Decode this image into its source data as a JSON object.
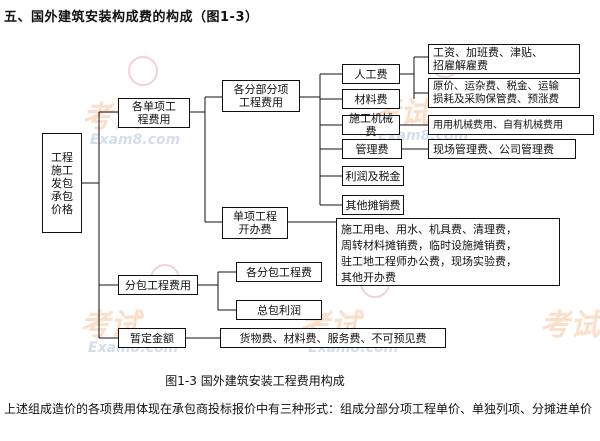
{
  "title": "五、国外建筑安装构成费的构成（图1-3）",
  "root": "工程\n施工\n发包\n承包\n价格",
  "level1": {
    "item_cost": "各单项工\n程费用",
    "subcontract": "分包工程费用",
    "provisional": "暂定金额"
  },
  "level2": {
    "sub_item": "各分部分项\n工程费用",
    "single_item_overhead": "单项工程\n开办费",
    "sub_package": "各分包工程费",
    "general_profit": "总包利润",
    "provisional_detail": "货物费、材料费、服务费、不可预见费"
  },
  "level3": {
    "labor": "人工费",
    "material": "材料费",
    "machinery": "施工机械费",
    "management": "管理费",
    "profit_tax": "利润及税金",
    "other_amortized": "其他摊销费"
  },
  "details": {
    "labor": "工资、加班费、津贴、\n招雇解雇费",
    "material": "原价、运杂费、税金、运输\n损耗及采购保管费、预涨费",
    "machinery": "用用机械费用、自有机械费用",
    "management": "现场管理费、公司管理费",
    "overhead": "施工用电、用水、机具费、清理费，\n周转材料摊销费，临时设施摊销费，\n驻工地工程师办公费，现场实验费，\n其他开办费"
  },
  "caption": "图1-3  国外建筑安装工程费用构成",
  "footer": "上述组成造价的各项费用体现在承包商投标报价中有三种形式：组成分部分项工程单价、单独列项、分摊进单价",
  "watermark": "考试",
  "watermark_sub": "Exam8.com",
  "colors": {
    "watermark_orange": "#f08c3c",
    "watermark_blue": "#3c64b4",
    "watermark_pink": "#dc3c78"
  }
}
